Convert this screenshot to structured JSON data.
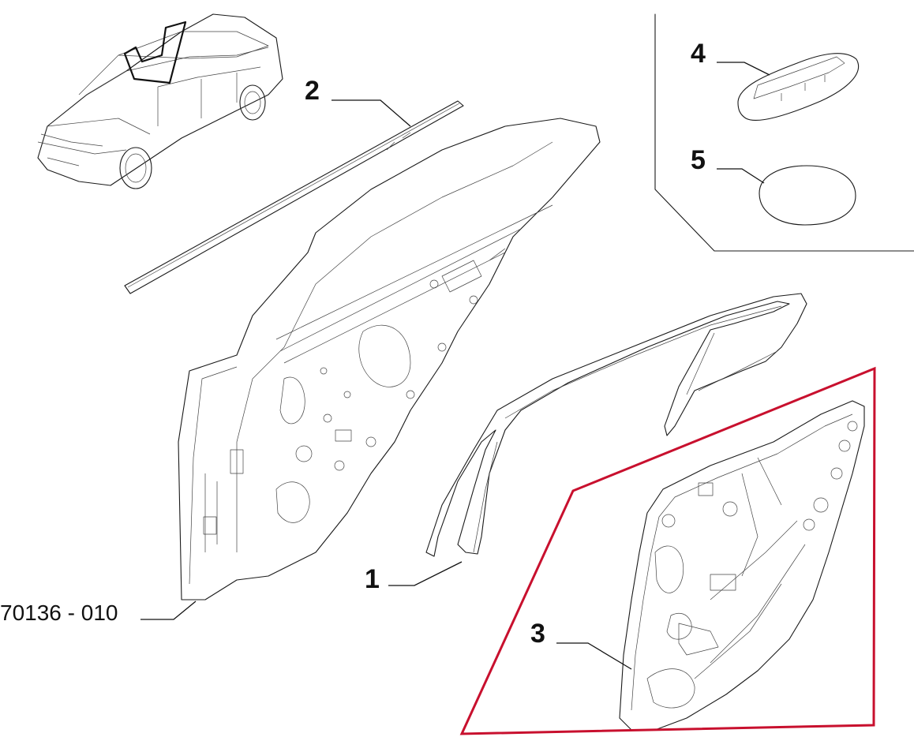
{
  "callouts": {
    "c1": "1",
    "c2": "2",
    "c3": "3",
    "c4": "4",
    "c5": "5"
  },
  "part_number": "70136 - 010",
  "colors": {
    "highlight": "#c8102e",
    "line": "#1a1a1a"
  },
  "icons": {
    "car": "car-icon"
  }
}
